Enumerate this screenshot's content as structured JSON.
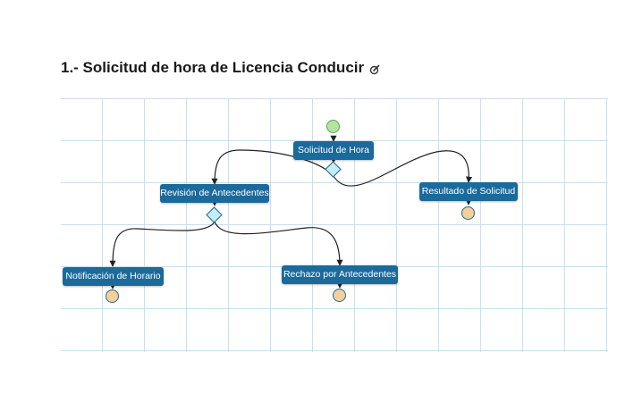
{
  "title": "1.- Solicitud de hora de Licencia Conducir",
  "icons": {
    "edit": "edit-icon",
    "start": "start-event-icon",
    "end": "end-event-icon",
    "gateway": "exclusive-gateway-icon"
  },
  "colors": {
    "task_fill": "#1b6a9c",
    "task_text": "#ffffff",
    "start_fill": "#b5e3a2",
    "end_fill": "#f7cf97",
    "gateway_fill": "#c6ecf6",
    "grid": "#c8e0ee"
  },
  "diagram": {
    "tasks": {
      "solicitud": "Solicitud de Hora",
      "revision": "Revisión de Antecedentes",
      "resultado": "Resultado de Solicitud",
      "notificacion": "Notificación de Horario",
      "rechazo": "Rechazo por Antecedentes"
    }
  }
}
